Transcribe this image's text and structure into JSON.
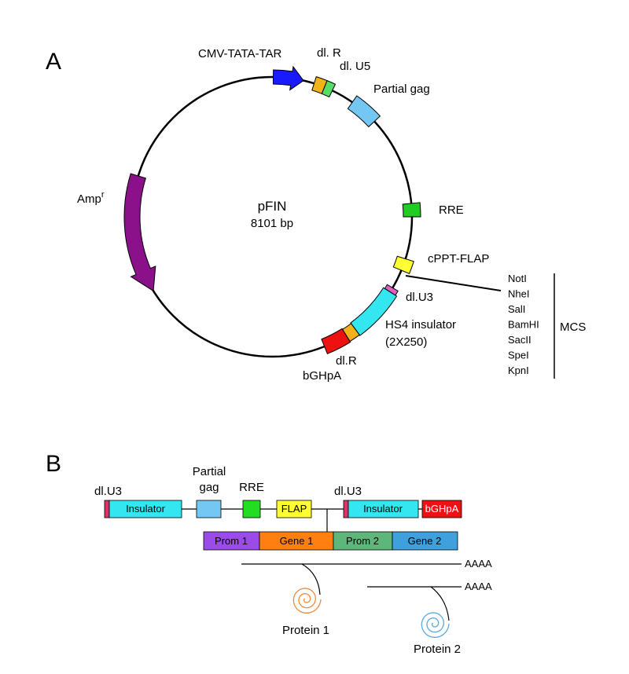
{
  "panel_a": {
    "letter": "A",
    "plasmid_name": "pFIN",
    "plasmid_size": "8101 bp",
    "labels": {
      "cmv": "CMV-TATA-TAR",
      "dl_r": "dl. R",
      "dl_u5": "dl. U5",
      "partial_gag": "Partial gag",
      "rre": "RRE",
      "cppt": "cPPT-FLAP",
      "dl_u3": "dl.U3",
      "hs4_line1": "HS4 insulator",
      "hs4_line2": "(2X250)",
      "dl_r_bottom": "dl.R",
      "bghpa": "bGHpA",
      "amp": "Amp",
      "amp_sup": "r"
    },
    "mcs_sites": [
      "NotI",
      "NheI",
      "SalI",
      "BamHI",
      "SacII",
      "SpeI",
      "KpnI"
    ],
    "mcs_label": "MCS"
  },
  "panel_b": {
    "letter": "B",
    "labels": {
      "dl_u3_left": "dl.U3",
      "insulator_left": "Insulator",
      "partial_gag_line1": "Partial",
      "partial_gag_line2": "gag",
      "rre": "RRE",
      "flap": "FLAP",
      "dl_u3_right": "dl.U3",
      "insulator_right": "Insulator",
      "bghpa": "bGHpA"
    },
    "cassette": [
      "Prom 1",
      "Gene 1",
      "Prom 2",
      "Gene 2"
    ],
    "polya_1": "AAAA",
    "polya_2": "AAAA",
    "protein_1": "Protein 1",
    "protein_2": "Protein 2"
  },
  "colors": {
    "cmv": "#1a1aff",
    "dl_r": "#f2b21c",
    "dl_u5": "#55dd66",
    "gag": "#74c7f2",
    "rre": "#22cc22",
    "flap": "#ffff33",
    "u3": "#e060c0",
    "insulator": "#33e6f0",
    "bghpa": "#ee1111",
    "amp": "#8a118a",
    "prom1": "#9b4ce8",
    "gene1": "#ff8011",
    "prom2": "#5db77a",
    "gene2": "#3ea0dc",
    "protein1": "#f08a3a",
    "protein2": "#5aa8e0"
  }
}
